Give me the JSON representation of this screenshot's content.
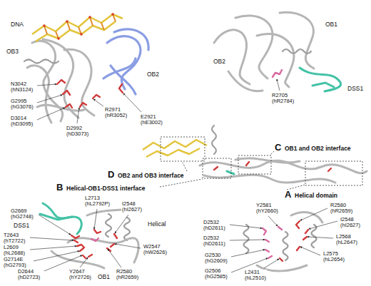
{
  "diagram": {
    "labels": [
      "DNA",
      "OB3",
      "OB2",
      "N3042 (hN3124)",
      "G2995 (hG3076)",
      "D3014 (hD3095)",
      "D2992 (hD3073)",
      "R2971 (hR3052)",
      "E2921 (hE3002)",
      "OB1",
      "OB2",
      "DSS1",
      "R2705 (hR2784)",
      "C",
      "OB1 and OB2 interface",
      "D",
      "OB2 and OB3 interface",
      "B",
      "Helical-OB1-DSS1 interface",
      "A",
      "Helical domain",
      "L2713 (hL2792P)",
      "I2548 (hI2627)",
      "G2669 (hG2748)",
      "DSS1",
      "Helical",
      "T2643 (hT2722)",
      "L2609 (hL2688)",
      "W2547 (hW2626)",
      "G2714E (hG2793)",
      "D2644 (hD2723)",
      "Y2647 (hY2726)",
      "OB1",
      "R2580 (hR2659)",
      "R2580 (hR2659)",
      "Y2581 (hY2660)",
      "I2548 (hI2627)",
      "D2532 (hD2611)",
      "L2568 (hL2647)",
      "D2532 (hD2611)",
      "L2575 (hL2654)",
      "G2530 (hG2609)",
      "G2506 (hG2585)",
      "L2431 (hL2510)"
    ]
  }
}
